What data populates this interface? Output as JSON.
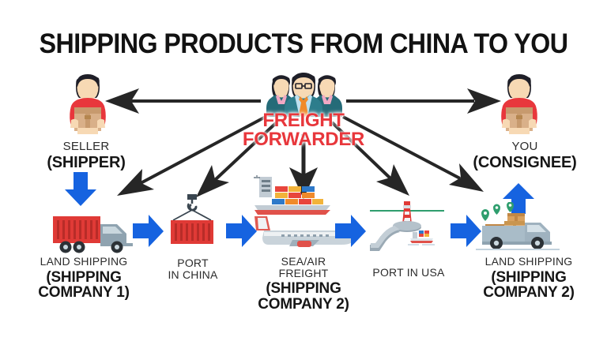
{
  "page": {
    "title": "SHIPPING PRODUCTS FROM CHINA TO YOU",
    "background": "#ffffff"
  },
  "colors": {
    "accent_red": "#e8373c",
    "accent_blue": "#1663e0",
    "arrow_black": "#262626",
    "text_dark": "#161616",
    "container_red": "#e03a36",
    "truck_grey": "#8fa3b0",
    "box_tan": "#d9a15e"
  },
  "hub": {
    "icon": "three-people-group-icon",
    "label_line1": "FREIGHT",
    "label_line2": "FORWARDER",
    "color": "#e8373c"
  },
  "endpoints": [
    {
      "id": "seller",
      "icon": "person-holding-box-icon",
      "label_thin": "SELLER",
      "label_bold": "(SHIPPER)"
    },
    {
      "id": "consignee",
      "icon": "person-holding-box-icon",
      "label_thin": "YOU",
      "label_bold": "(CONSIGNEE)"
    }
  ],
  "flow": [
    {
      "id": "land-shipping-1",
      "icon": "red-truck-icon",
      "label_thin": "LAND SHIPPING",
      "label_bold_line1": "(SHIPPING",
      "label_bold_line2": "COMPANY 1)"
    },
    {
      "id": "port-in-china",
      "icon": "crane-container-icon",
      "label_thin_line1": "PORT",
      "label_thin_line2": "IN CHINA",
      "label_bold_line1": "",
      "label_bold_line2": ""
    },
    {
      "id": "sea-air-freight",
      "icon": "cargo-ship-and-airplane-icon",
      "label_thin_line1": "SEA/AIR",
      "label_thin_line2": "FREIGHT",
      "label_bold_line1": "(SHIPPING",
      "label_bold_line2": "COMPANY 2)"
    },
    {
      "id": "port-in-usa",
      "icon": "lighthouse-pier-ship-icon",
      "label_thin": "PORT IN USA"
    },
    {
      "id": "land-shipping-2",
      "icon": "delivery-van-icon",
      "label_thin": "LAND SHIPPING",
      "label_bold_line1": "(SHIPPING",
      "label_bold_line2": "COMPANY 2)"
    }
  ],
  "connectors": {
    "black_arrows": [
      {
        "name": "hub-to-seller",
        "direction": "left"
      },
      {
        "name": "hub-to-consignee",
        "direction": "right"
      },
      {
        "name": "hub-to-land-shipping-1",
        "direction": "down-left-far"
      },
      {
        "name": "hub-to-port-in-china",
        "direction": "down-left-near"
      },
      {
        "name": "hub-to-sea-air-freight",
        "direction": "down"
      },
      {
        "name": "hub-to-port-in-usa",
        "direction": "down-right-near"
      },
      {
        "name": "hub-to-land-shipping-2",
        "direction": "down-right-far"
      }
    ],
    "blue_arrows": [
      {
        "name": "seller-down-to-truck",
        "direction": "down"
      },
      {
        "name": "truck-to-port-china",
        "direction": "right"
      },
      {
        "name": "port-china-to-freight",
        "direction": "right"
      },
      {
        "name": "freight-to-port-usa",
        "direction": "right"
      },
      {
        "name": "port-usa-to-van",
        "direction": "right"
      },
      {
        "name": "van-up-to-consignee",
        "direction": "up"
      }
    ]
  }
}
